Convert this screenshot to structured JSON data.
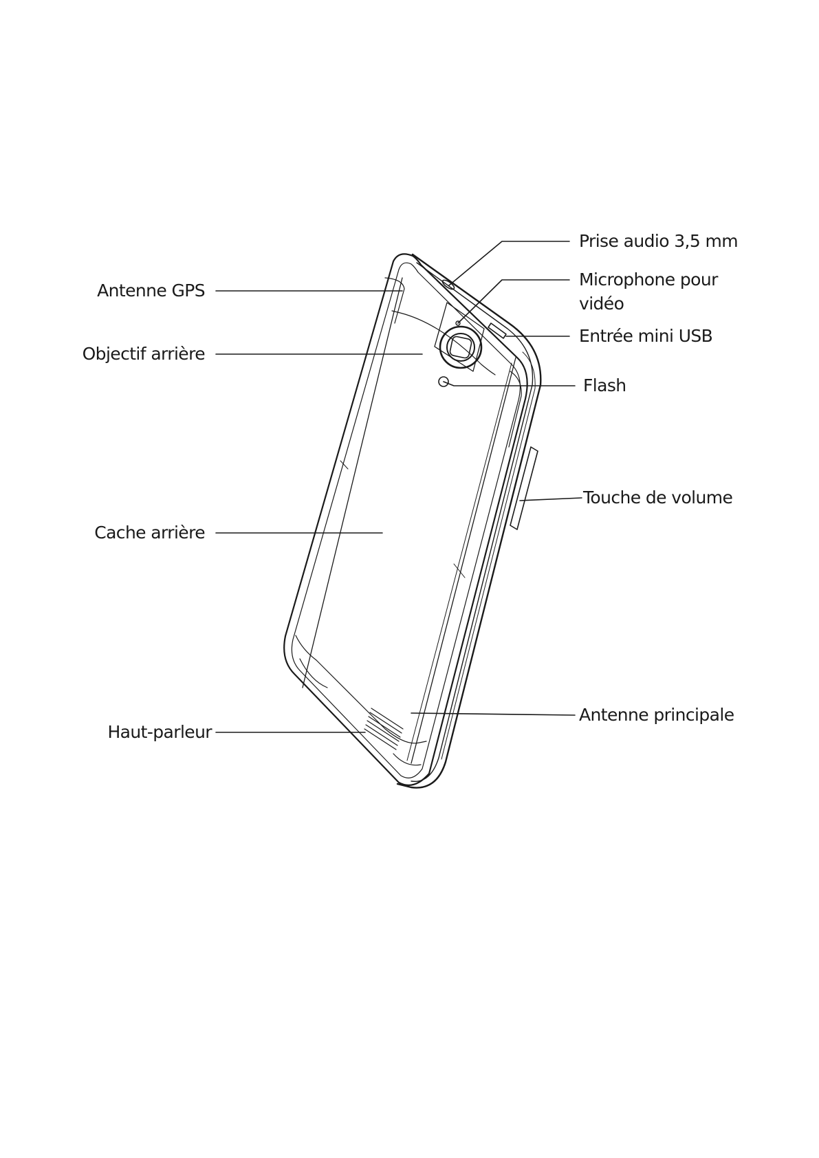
{
  "diagram": {
    "subject": "smartphone-back-view",
    "line_color": "#1a1a1a",
    "labels": {
      "antenne_gps": "Antenne GPS",
      "objectif_arriere": "Objectif arrière",
      "cache_arriere": "Cache arrière",
      "haut_parleur": "Haut-parleur",
      "prise_audio": "Prise audio 3,5 mm",
      "microphone_line1": "Microphone pour",
      "microphone_line2": "vidéo",
      "entree_usb": "Entrée mini USB",
      "flash": "Flash",
      "touche_volume": "Touche de volume",
      "antenne_principale": "Antenne principale"
    }
  }
}
